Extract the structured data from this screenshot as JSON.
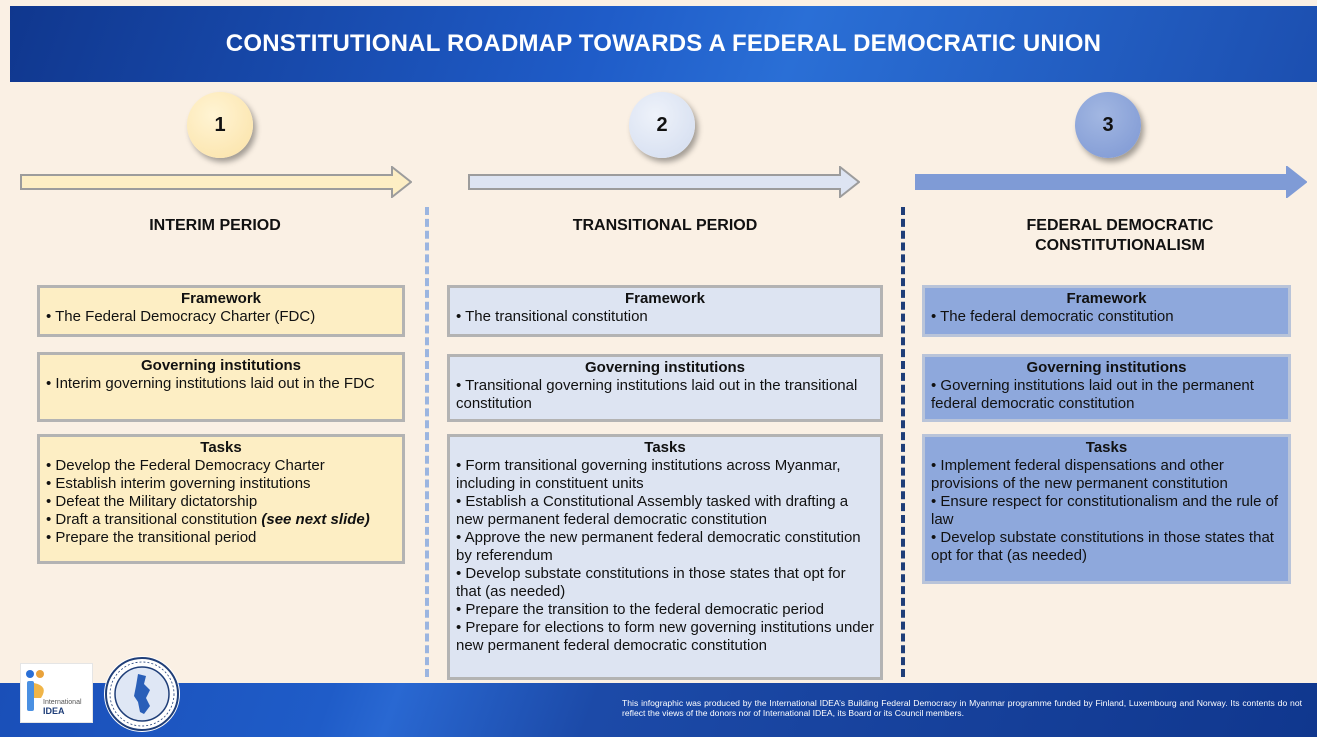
{
  "title": "CONSTITUTIONAL ROADMAP TOWARDS A FEDERAL DEMOCRATIC UNION",
  "colors": {
    "header_blue": "#1f5cc8",
    "phase1_fill": "#fdeec4",
    "phase2_fill": "#dde4f2",
    "phase3_fill": "#8ea8dc",
    "divider1": "#9bb5e0",
    "divider2": "#1f3e78",
    "background": "#faf0e4"
  },
  "phases": [
    {
      "number": "1",
      "title": "INTERIM PERIOD",
      "framework": {
        "heading": "Framework",
        "items": [
          "• The Federal Democracy Charter (FDC)"
        ]
      },
      "institutions": {
        "heading": "Governing institutions",
        "items": [
          "• Interim governing institutions laid out in the FDC"
        ]
      },
      "tasks": {
        "heading": "Tasks",
        "items": [
          "• Develop the Federal Democracy Charter",
          "• Establish interim governing institutions",
          "• Defeat the Military dictatorship",
          "• Draft a transitional constitution",
          "• Prepare the transitional period"
        ],
        "draft_note": "(see next slide)"
      }
    },
    {
      "number": "2",
      "title": "TRANSITIONAL PERIOD",
      "framework": {
        "heading": "Framework",
        "items": [
          "• The transitional constitution"
        ]
      },
      "institutions": {
        "heading": "Governing institutions",
        "items": [
          "• Transitional governing institutions laid out in the transitional constitution"
        ]
      },
      "tasks": {
        "heading": "Tasks",
        "items": [
          "• Form transitional governing institutions across Myanmar, including in constituent units",
          "• Establish a Constitutional Assembly tasked with drafting a new permanent federal democratic constitution",
          "• Approve the new permanent federal democratic constitution by referendum",
          "• Develop substate constitutions in those states that opt for that (as needed)",
          "• Prepare the transition to the federal democratic period",
          "• Prepare for elections to form new governing institutions under new permanent federal democratic constitution"
        ]
      }
    },
    {
      "number": "3",
      "title": "FEDERAL DEMOCRATIC CONSTITUTIONALISM",
      "framework": {
        "heading": "Framework",
        "items": [
          "• The federal democratic constitution"
        ]
      },
      "institutions": {
        "heading": "Governing institutions",
        "items": [
          "• Governing institutions laid out in the permanent federal democratic constitution"
        ]
      },
      "tasks": {
        "heading": "Tasks",
        "items": [
          "• Implement federal dispensations and other provisions of the new permanent constitution",
          "• Ensure respect for constitutionalism and the rule of law",
          "• Develop substate constitutions in those states that opt for that (as needed)"
        ]
      }
    }
  ],
  "footer": {
    "note": "This infographic was produced by the International IDEA’s Building Federal Democracy in Myanmar programme funded by Finland, Luxembourg and Norway. Its contents do not reflect the views of the donors nor of International IDEA, its Board or its Council members.",
    "logo_idea_text": [
      "International",
      "IDEA"
    ],
    "logo_seal": "Building Federal Democracy in Myanmar seal"
  }
}
